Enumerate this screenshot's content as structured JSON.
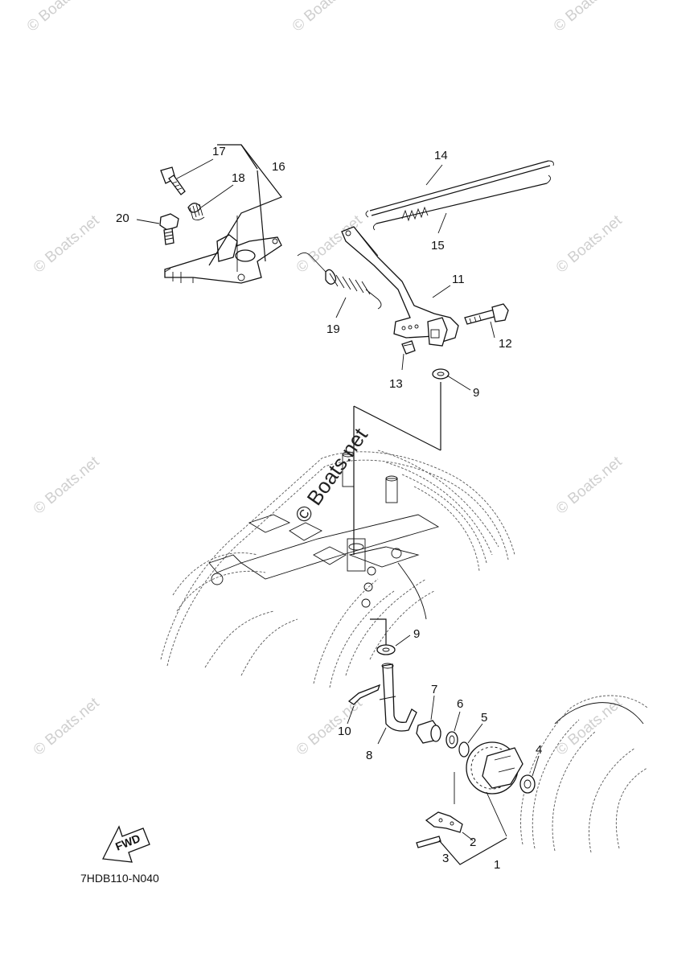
{
  "watermark": "© Boats.net",
  "center_watermark": "© Boats.net",
  "diagram_code": "7HDB110-N040",
  "fwd_arrow_label": "FWD",
  "callouts": {
    "p1": "1",
    "p2": "2",
    "p3": "3",
    "p4": "4",
    "p5": "5",
    "p6": "6",
    "p7": "7",
    "p8": "8",
    "p9a": "9",
    "p9b": "9",
    "p10": "10",
    "p11": "11",
    "p12": "12",
    "p13": "13",
    "p14": "14",
    "p15": "15",
    "p16": "16",
    "p17": "17",
    "p18": "18",
    "p19": "19",
    "p20": "20"
  }
}
